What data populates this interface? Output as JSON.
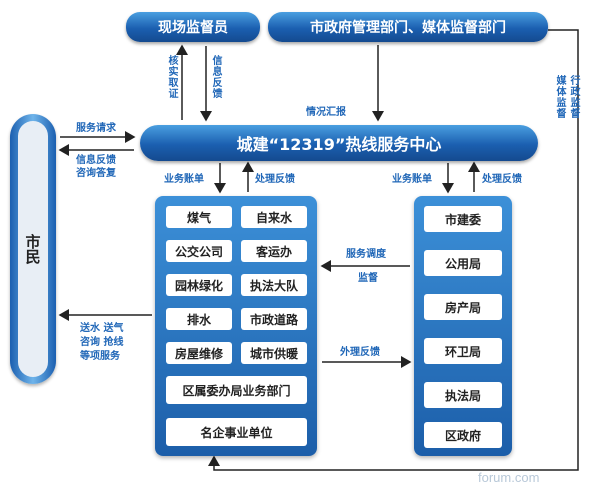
{
  "top": {
    "supervisor": "现场监督员",
    "gov": "市政府管理部门、媒体监督部门"
  },
  "center": "城建“12319”热线服务中心",
  "citizen": "市民",
  "labels": {
    "verify": "核实取证",
    "feedback_info": "信息反馈",
    "report": "情况汇报",
    "media": "媒体监督",
    "admin": "行政监督",
    "service_request": "服务请求",
    "info_feedback_1": "信息反馈",
    "info_feedback_2": "咨询答复",
    "biz_bill_left": "业务账单",
    "handle_feedback_left": "处理反馈",
    "biz_bill_right": "业务账单",
    "handle_feedback_right": "处理反馈",
    "dispatch_1": "服务调度",
    "dispatch_2": "监督",
    "external_feedback": "外理反馈",
    "services_1": "送水 送气",
    "services_2": "咨询 抢线",
    "services_3": "等项服务"
  },
  "left_units": [
    "煤气",
    "自来水",
    "公交公司",
    "客运办",
    "园林绿化",
    "执法大队",
    "排水",
    "市政道路",
    "房屋维修",
    "城市供暖"
  ],
  "left_wide": [
    "区属委办局业务部门",
    "名企事业单位"
  ],
  "right_units": [
    "市建委",
    "公用局",
    "房产局",
    "环卫局",
    "执法局",
    "区政府"
  ],
  "watermark": "forum.com"
}
